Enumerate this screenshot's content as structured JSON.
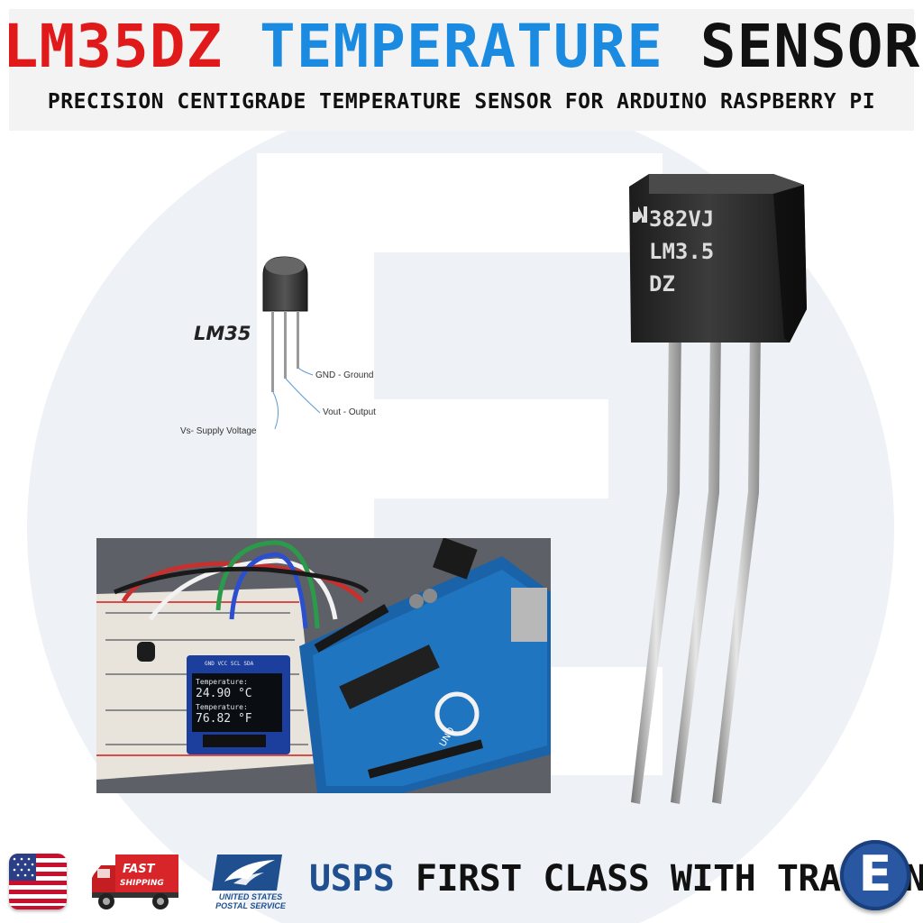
{
  "header": {
    "title_part1": "LM35DZ",
    "title_part2": "TEMPERATURE",
    "title_part3": "SENSOR",
    "subtitle": "PRECISION CENTIGRADE TEMPERATURE SENSOR FOR ARDUINO RASPBERRY PI"
  },
  "pinout": {
    "chip_label": "LM35",
    "pin_gnd": "GND - Ground",
    "pin_vout": "Vout - Output",
    "pin_vs": "Vs- Supply Voltage"
  },
  "transistor": {
    "marking_line1": "382VJ",
    "marking_line2": "LM3.5",
    "marking_line3": "DZ"
  },
  "photo": {
    "oled_header": "GND VCC SCL SDA",
    "temp_label_1": "Temperature:",
    "temp_c": "24.90 °C",
    "temp_label_2": "Temperature:",
    "temp_f": "76.82 °F",
    "board_text": "UNO"
  },
  "footer": {
    "fast_line1": "FAST",
    "fast_line2": "SHIPPING",
    "usps_caption_1": "UNITED STATES",
    "usps_caption_2": "POSTAL SERVICE",
    "usps_word": "USPS",
    "rest_text": "FIRST CLASS WITH TRACKING",
    "badge_letter": "E"
  },
  "colors": {
    "title_red": "#e01a1a",
    "title_blue": "#1a8be0",
    "title_black": "#111111",
    "usps_blue": "#1f4f8f",
    "badge_blue": "#2a57a2"
  }
}
